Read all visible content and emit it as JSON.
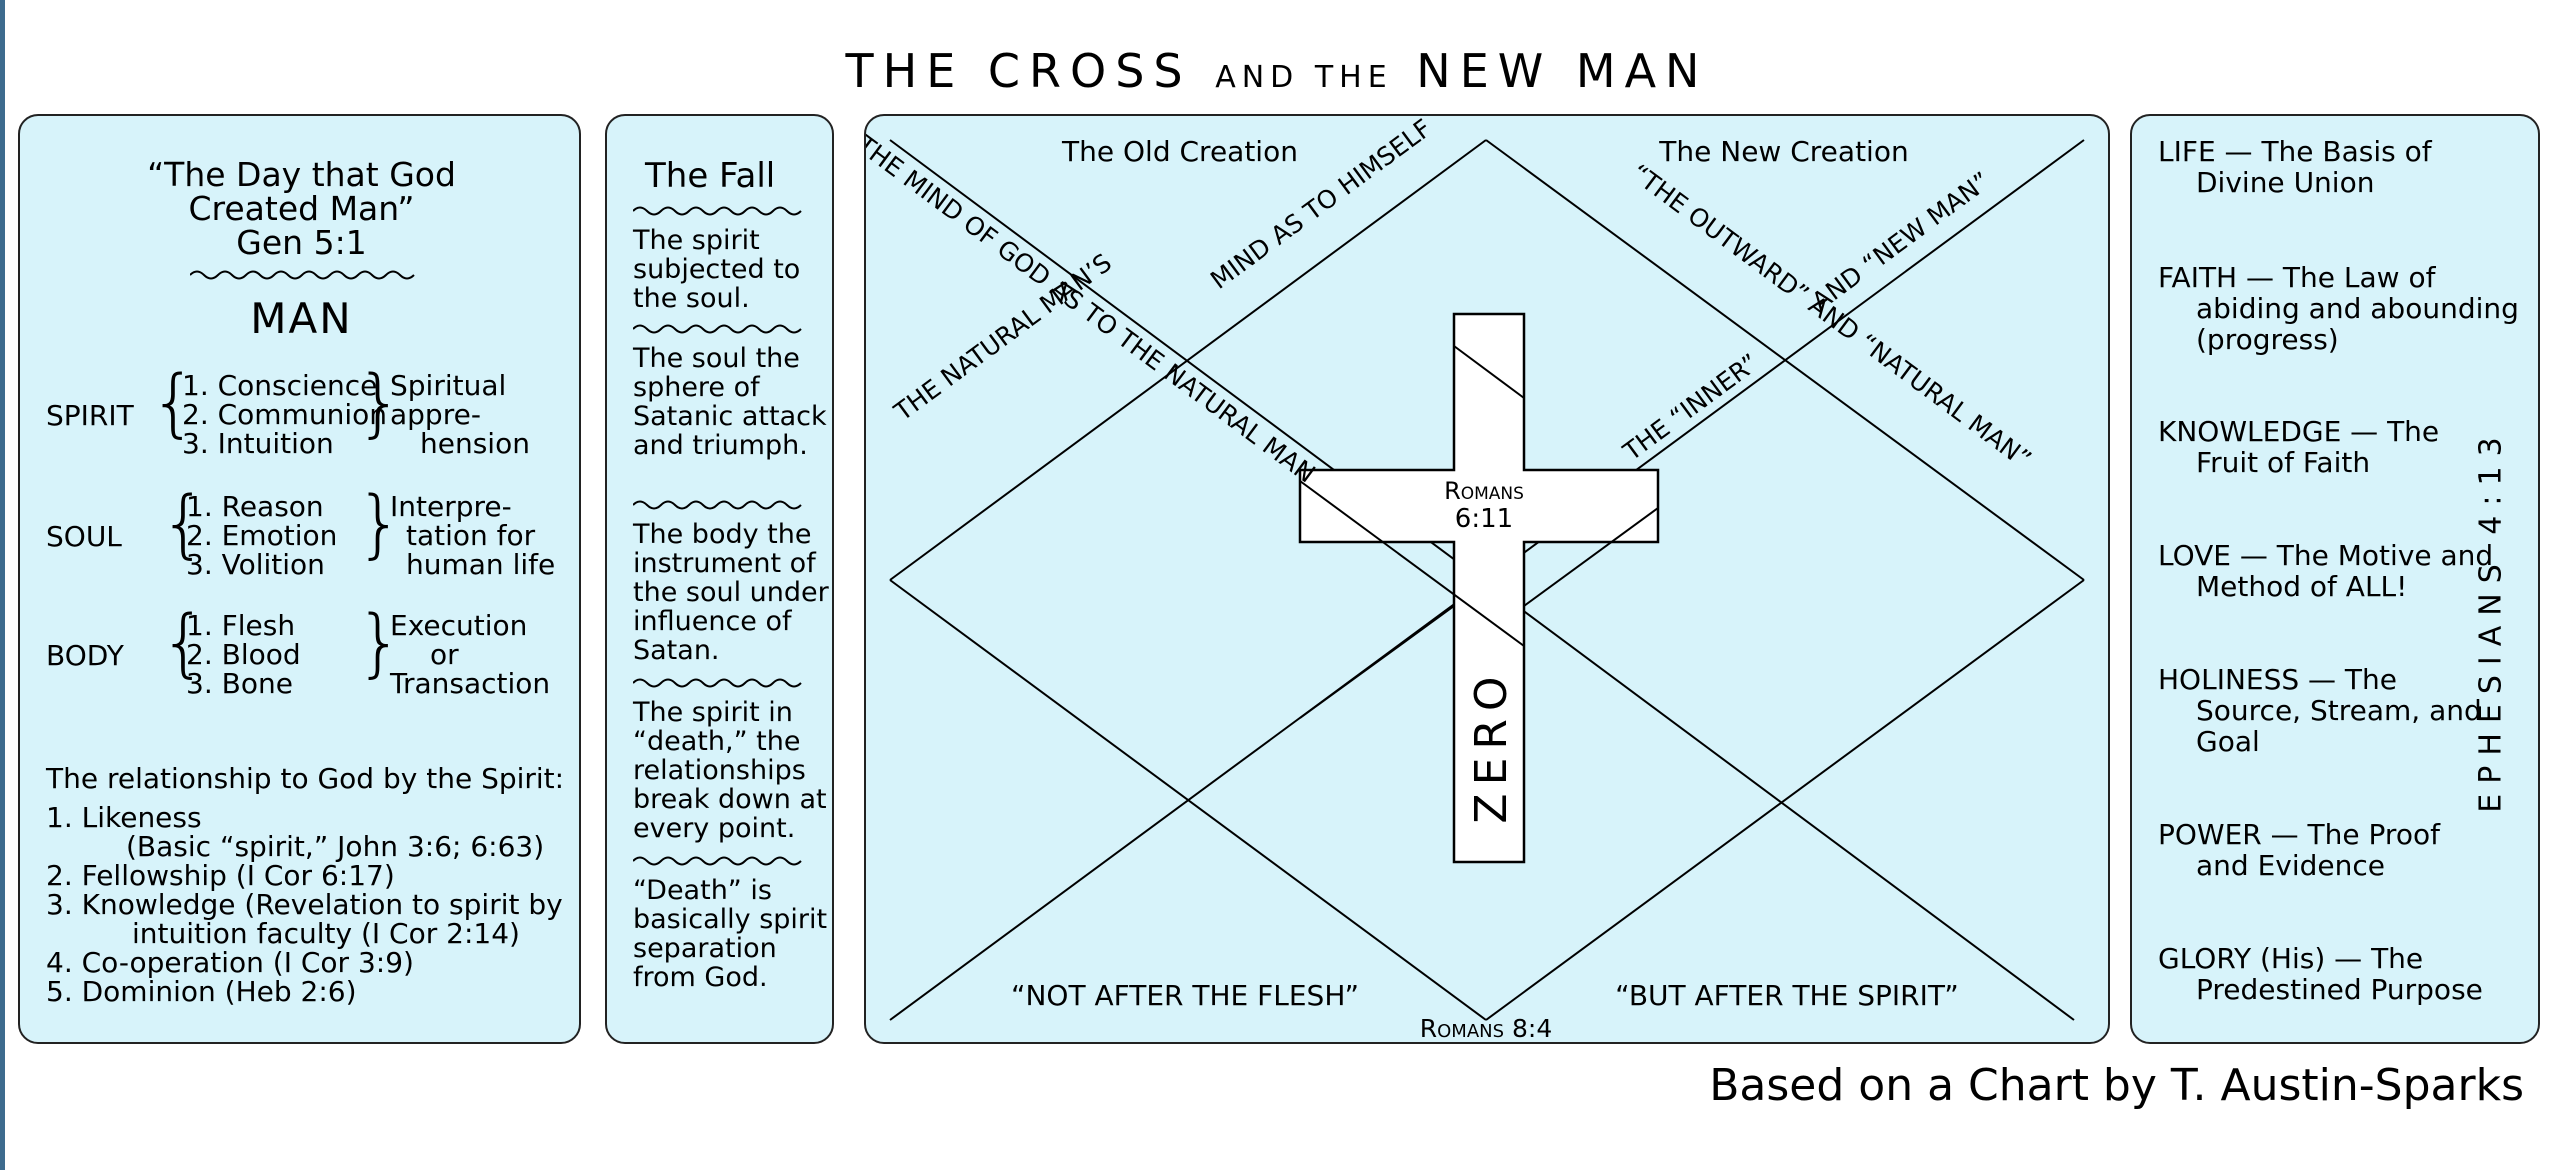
{
  "title": {
    "part1": "THE CROSS",
    "part2": "AND THE",
    "part3": "NEW MAN"
  },
  "panel1": {
    "heading": [
      "“The Day that God",
      "Created Man”",
      "Gen 5:1"
    ],
    "man": "MAN",
    "groups": [
      {
        "label": "SPIRIT",
        "items": [
          "1. Conscience",
          "2. Communion",
          "3. Intuition"
        ],
        "desc": [
          "Spiritual",
          "appre-",
          "hension"
        ]
      },
      {
        "label": "SOUL",
        "items": [
          "1. Reason",
          "2. Emotion",
          "3. Volition"
        ],
        "desc": [
          "Interpre-",
          "tation for",
          "human life"
        ]
      },
      {
        "label": "BODY",
        "items": [
          "1. Flesh",
          "2. Blood",
          "3. Bone"
        ],
        "desc": [
          "Execution",
          "or",
          "Transaction"
        ]
      }
    ],
    "relationship_heading": "The relationship to God by the Spirit:",
    "relationship": [
      "1. Likeness",
      "(Basic “spirit,” John 3:6; 6:63)",
      "2. Fellowship (I Cor 6:17)",
      "3. Knowledge (Revelation to spirit by",
      "intuition faculty (I Cor 2:14)",
      "4. Co-operation (I Cor 3:9)",
      "5. Dominion (Heb 2:6)"
    ]
  },
  "panel2": {
    "title": "The Fall",
    "sections": [
      "The spirit subjected to the soul.",
      "The soul the sphere of Satanic attack and triumph.",
      "The body the instrument of the soul under influence of Satan.",
      "The spirit in “death,” the relationships break down at every point.",
      "“Death” is basically spirit separation from God."
    ]
  },
  "panel3": {
    "old_creation": "The Old Creation",
    "new_creation": "The New Creation",
    "diag1": "THE MIND OF GOD AS TO THE NATURAL MAN",
    "diag2a": "THE NATURAL MAN’S",
    "diag2b": "MIND AS TO HIMSELF",
    "diag3": "“THE OUTWARD” AND “NATURAL MAN”",
    "diag4a": "THE “INNER”",
    "diag4b": "AND “NEW MAN”",
    "romans_611_a": "Romans",
    "romans_611_b": "6:11",
    "zero": "ZERO",
    "not_flesh": "“NOT AFTER THE FLESH”",
    "but_spirit": "“BUT AFTER THE SPIRIT”",
    "romans_84": "Romans 8:4"
  },
  "panel4": {
    "items": [
      [
        "LIFE — The Basis of",
        "Divine Union"
      ],
      [
        "FAITH — The Law of",
        "abiding and abounding",
        "(progress)"
      ],
      [
        "KNOWLEDGE — The",
        "Fruit of Faith"
      ],
      [
        "LOVE — The Motive and",
        "Method of ALL!"
      ],
      [
        "HOLINESS — The",
        "Source, Stream, and",
        "Goal"
      ],
      [
        "POWER — The Proof",
        "and Evidence"
      ],
      [
        "GLORY (His) — The",
        "Predestined Purpose"
      ]
    ],
    "ephesians": "EPHESIANS 4:13"
  },
  "credit": "Based on a Chart by T. Austin-Sparks",
  "colors": {
    "panel_bg": "#d7f3fa",
    "border": "#222222",
    "cross": "#ffffff"
  }
}
